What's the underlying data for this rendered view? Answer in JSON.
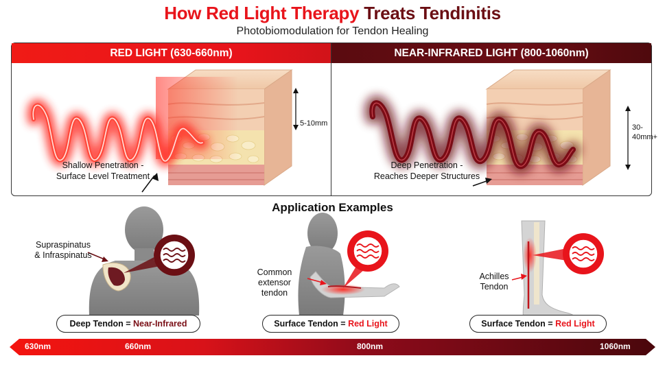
{
  "header": {
    "title_part1": "How Red Light Therapy",
    "title_part2": "Treats Tendinitis",
    "subtitle": "Photobiomodulation for Tendon Healing"
  },
  "colors": {
    "red": "#e8141b",
    "nir": "#6b0f14",
    "skin": "#f2c9a9",
    "fat": "#f3e0ac",
    "muscle": "#e79a93"
  },
  "panels": {
    "red": {
      "heading": "RED LIGHT (630-660nm)",
      "depth_label": "5-10mm",
      "note_line1": "Shallow Penetration -",
      "note_line2": "Surface Level Treatment"
    },
    "nir": {
      "heading": "NEAR-INFRARED LIGHT (800-1060nm)",
      "depth_line1": "30-",
      "depth_line2": "40mm+",
      "note_line1": "Deep Penetration -",
      "note_line2": "Reaches Deeper Structures"
    }
  },
  "applications": {
    "title": "Application Examples",
    "shoulder": {
      "label_line1": "Supraspinatus",
      "label_line2": "& Infraspinatus",
      "pill_prefix": "Deep Tendon =",
      "pill_value": "Near-Infrared",
      "icon": "wave-icon"
    },
    "elbow": {
      "label_line1": "Common",
      "label_line2": "extensor",
      "label_line3": "tendon",
      "pill_prefix": "Surface Tendon =",
      "pill_value": "Red Light",
      "icon": "wave-icon"
    },
    "ankle": {
      "label_line1": "Achilles",
      "label_line2": "Tendon",
      "pill_prefix": "Surface Tendon =",
      "pill_value": "Red Light",
      "icon": "wave-icon"
    }
  },
  "spectrum": {
    "labels": [
      "630nm",
      "660nm",
      "800nm",
      "1060nm"
    ]
  }
}
